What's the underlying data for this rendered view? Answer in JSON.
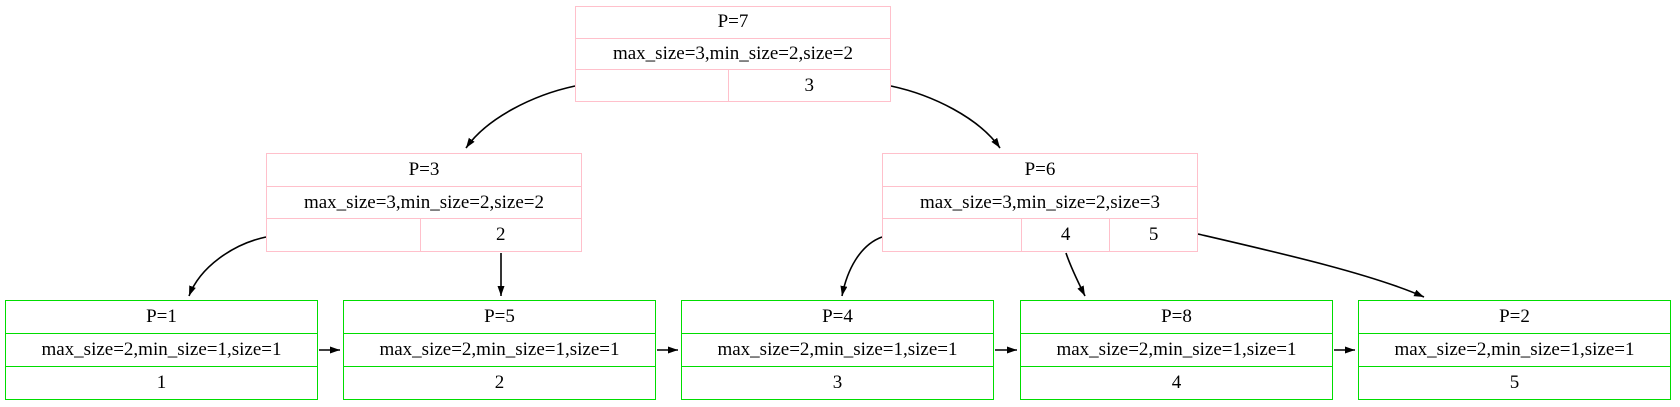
{
  "diagram": {
    "type": "bplus-tree",
    "colors": {
      "internal_node_border": "#ffc0cb",
      "leaf_node_border": "#00dd00",
      "edge": "#000000",
      "background": "#ffffff",
      "text": "#000000"
    },
    "nodes": {
      "p7": {
        "title": "P=7",
        "meta": "max_size=3,min_size=2,size=2",
        "keys": [
          "",
          "3"
        ]
      },
      "p3": {
        "title": "P=3",
        "meta": "max_size=3,min_size=2,size=2",
        "keys": [
          "",
          "2"
        ]
      },
      "p6": {
        "title": "P=6",
        "meta": "max_size=3,min_size=2,size=3",
        "keys": [
          "",
          "4",
          "5"
        ]
      },
      "p1": {
        "title": "P=1",
        "meta": "max_size=2,min_size=1,size=1",
        "keys": [
          "1"
        ]
      },
      "p5": {
        "title": "P=5",
        "meta": "max_size=2,min_size=1,size=1",
        "keys": [
          "2"
        ]
      },
      "p4": {
        "title": "P=4",
        "meta": "max_size=2,min_size=1,size=1",
        "keys": [
          "3"
        ]
      },
      "p8": {
        "title": "P=8",
        "meta": "max_size=2,min_size=1,size=1",
        "keys": [
          "4"
        ]
      },
      "p2": {
        "title": "P=2",
        "meta": "max_size=2,min_size=1,size=1",
        "keys": [
          "5"
        ]
      }
    },
    "edges": [
      {
        "from": "P=7",
        "to": "P=3"
      },
      {
        "from": "P=7",
        "to": "P=6"
      },
      {
        "from": "P=3",
        "to": "P=1"
      },
      {
        "from": "P=3",
        "to": "P=5"
      },
      {
        "from": "P=6",
        "to": "P=4"
      },
      {
        "from": "P=6",
        "to": "P=8"
      },
      {
        "from": "P=6",
        "to": "P=2"
      },
      {
        "from": "P=1",
        "to": "P=5"
      },
      {
        "from": "P=5",
        "to": "P=4"
      },
      {
        "from": "P=4",
        "to": "P=8"
      },
      {
        "from": "P=8",
        "to": "P=2"
      }
    ]
  }
}
